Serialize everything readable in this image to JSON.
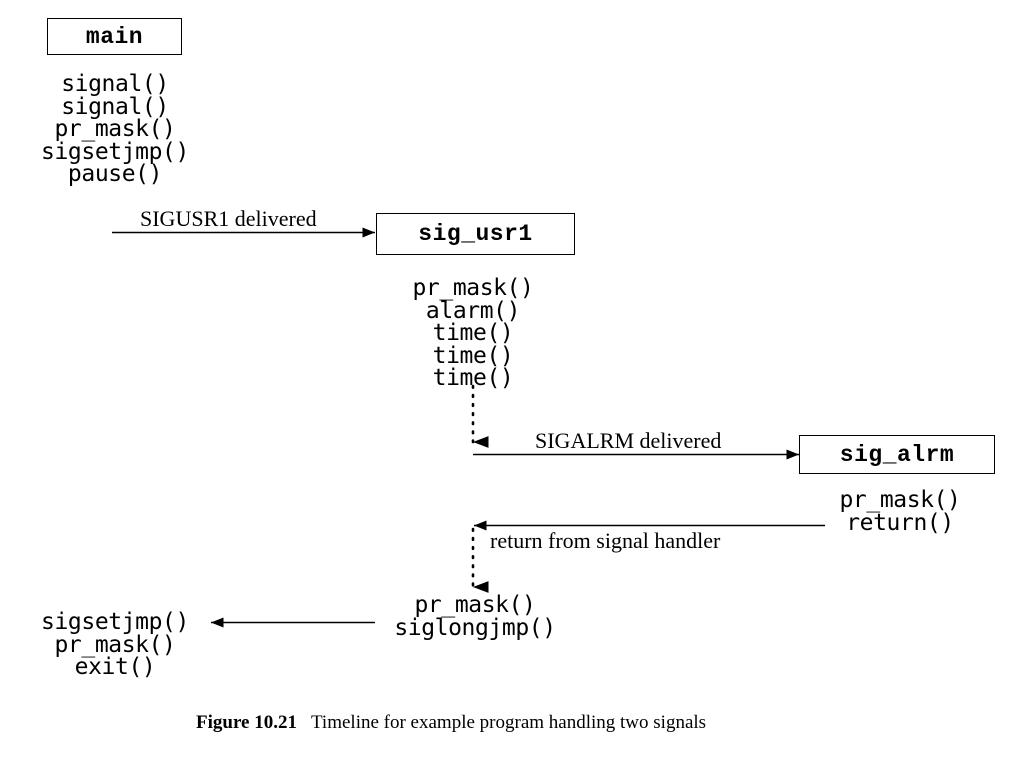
{
  "figure": {
    "caption_number": "Figure 10.21",
    "caption_text": "Timeline for example program handling two signals"
  },
  "boxes": [
    {
      "id": "main",
      "label": "main"
    },
    {
      "id": "sig_usr1",
      "label": "sig_usr1"
    },
    {
      "id": "sig_alrm",
      "label": "sig_alrm"
    }
  ],
  "main_calls": {
    "line1": "signal()",
    "line2": "signal()",
    "line3": "pr_mask()",
    "line4": "sigsetjmp()",
    "line5": "pause()"
  },
  "sig_usr1_calls": {
    "line1": "pr_mask()",
    "line2": "alarm()",
    "line3": "time()",
    "line4": "time()",
    "line5": "time()"
  },
  "sig_alrm_calls": {
    "line1": "pr_mask()",
    "line2": "return()"
  },
  "resume_calls": {
    "line1": "pr_mask()",
    "line2": "siglongjmp()"
  },
  "final_calls": {
    "line1": "sigsetjmp()",
    "line2": "pr_mask()",
    "line3": "exit()"
  },
  "edges": {
    "sigusr1": "SIGUSR1 delivered",
    "sigalrm": "SIGALRM delivered",
    "return_handler": "return from signal handler"
  },
  "colors": {
    "stroke": "#000000",
    "background": "#ffffff"
  }
}
